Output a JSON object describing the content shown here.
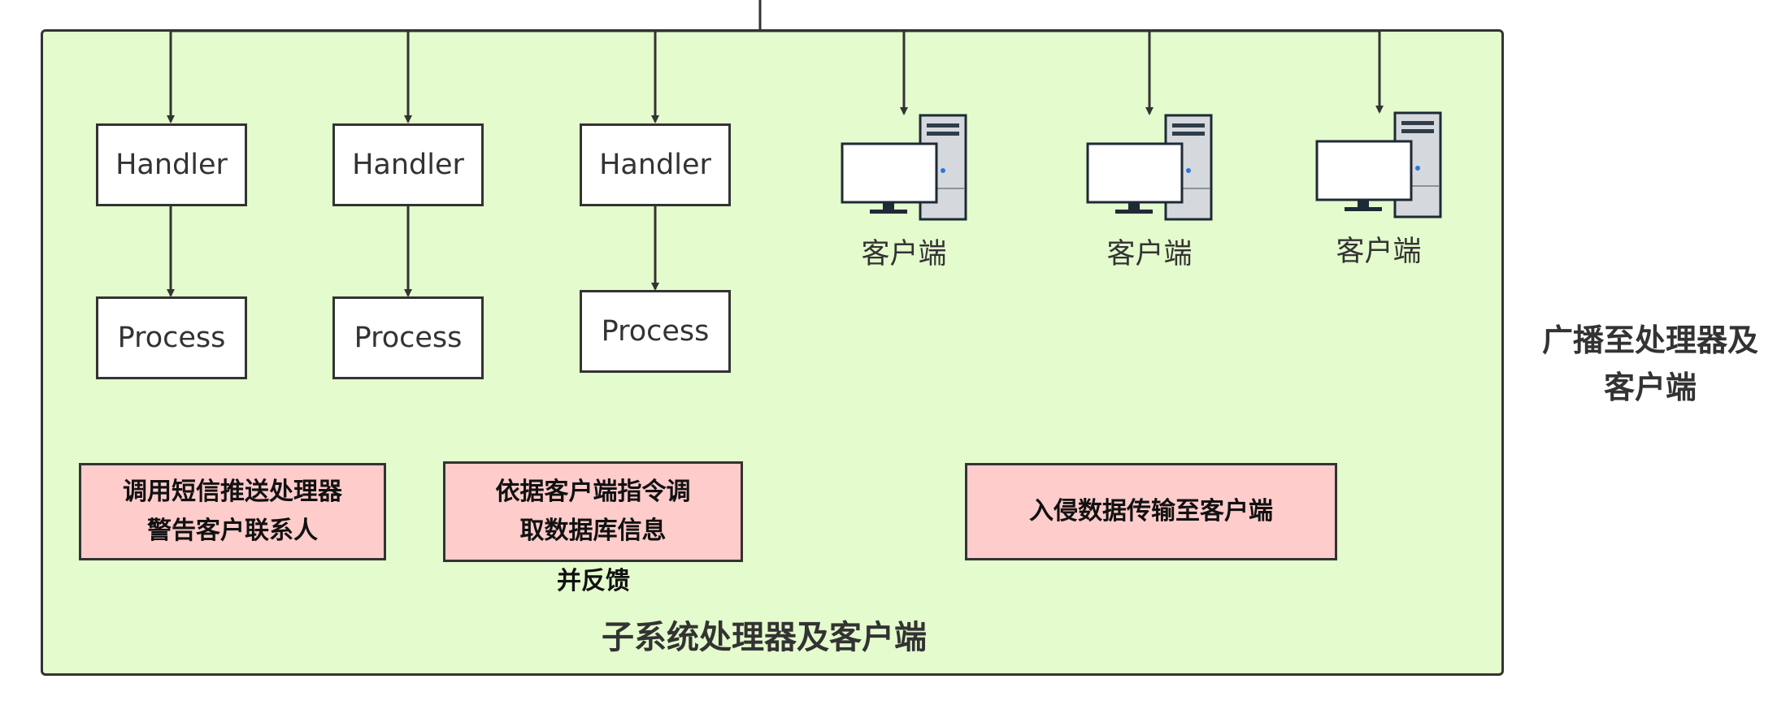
{
  "diagram": {
    "side_label": "广播至处理器及客户端",
    "panel_title": "子系统处理器及客户端",
    "handlers": [
      {
        "handler": "Handler",
        "process": "Process"
      },
      {
        "handler": "Handler",
        "process": "Process"
      },
      {
        "handler": "Handler",
        "process": "Process"
      }
    ],
    "clients": [
      "客户端",
      "客户端",
      "客户端"
    ],
    "notes": {
      "sms": "调用短信推送处理器警告客户联系人",
      "db": "依据客户端指令调取数据库信息",
      "db_overflow": "并反馈",
      "transfer": "入侵数据传输至客户端"
    },
    "colors": {
      "panel_fill": "#e4fbcd",
      "note_fill": "#ffcccc",
      "stroke": "#333333"
    }
  }
}
